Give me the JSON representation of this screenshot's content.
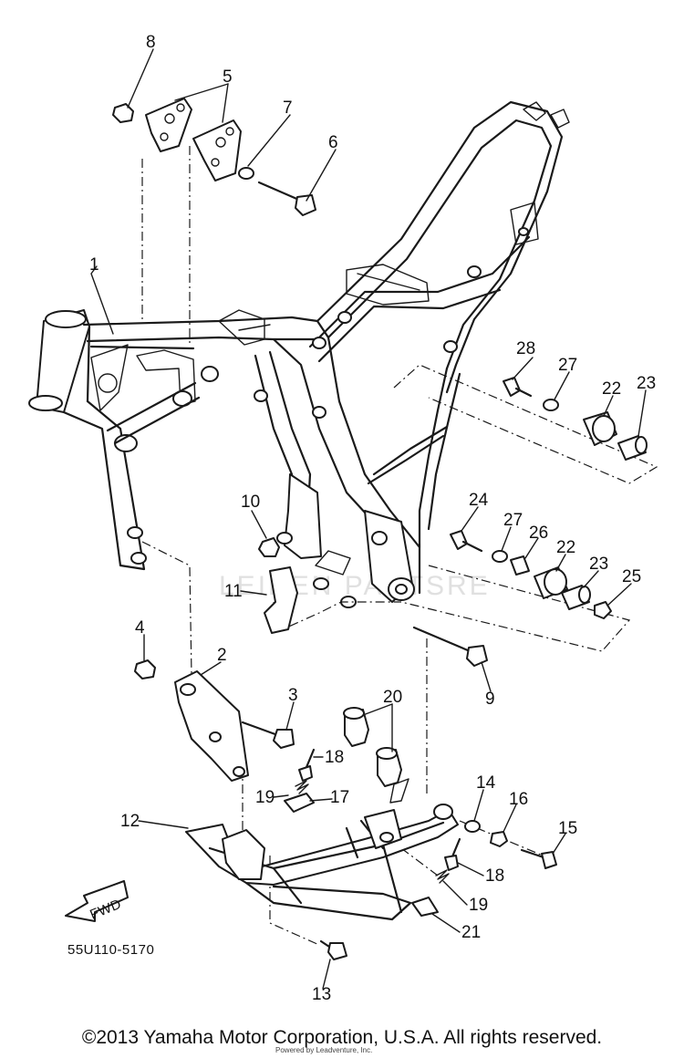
{
  "diagram": {
    "callouts": [
      "1",
      "2",
      "3",
      "4",
      "5",
      "6",
      "7",
      "8",
      "9",
      "10",
      "11",
      "12",
      "13",
      "14",
      "15",
      "16",
      "17",
      "18",
      "18",
      "19",
      "19",
      "20",
      "21",
      "22",
      "22",
      "23",
      "23",
      "24",
      "25",
      "26",
      "27",
      "27",
      "28"
    ],
    "part_code": "55U110-5170",
    "fwd_label": "FWD",
    "watermark": "LEIDEN PARTSRE"
  },
  "footer": {
    "copyright": "©2013 Yamaha Motor Corporation, U.S.A. All rights reserved.",
    "note": "Powered by Leadventure, Inc."
  }
}
